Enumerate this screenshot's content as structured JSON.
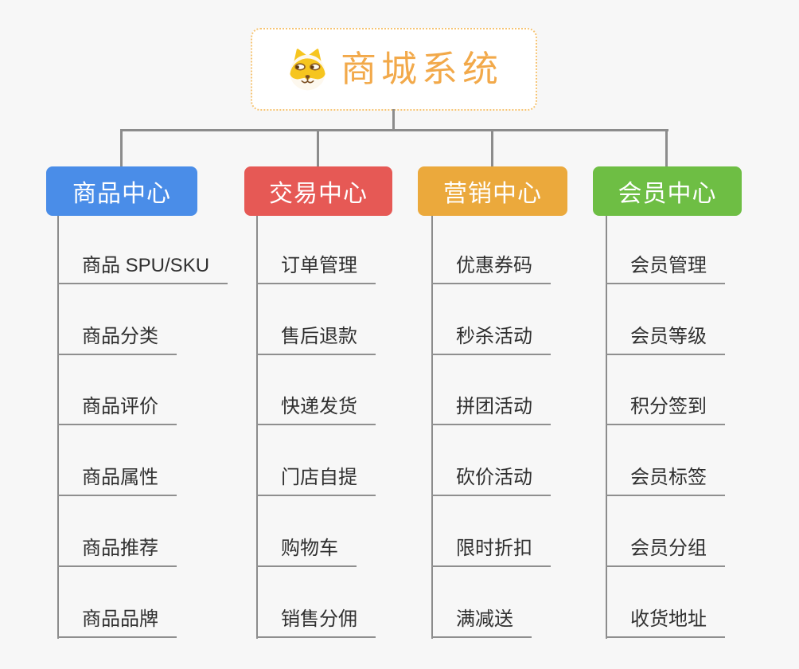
{
  "canvas": {
    "background_color": "#f7f7f7",
    "connector_color": "#8c8c8c"
  },
  "root": {
    "title": "商城系统",
    "icon": "dog-face-icon",
    "text_color": "#f2a94a",
    "border_color": "#f6c474",
    "background_color": "#ffffff"
  },
  "branches": [
    {
      "label": "商品中心",
      "color": "#4a8de8",
      "items": [
        "商品 SPU/SKU",
        "商品分类",
        "商品评价",
        "商品属性",
        "商品推荐",
        "商品品牌"
      ]
    },
    {
      "label": "交易中心",
      "color": "#e65955",
      "items": [
        "订单管理",
        "售后退款",
        "快递发货",
        "门店自提",
        "购物车",
        "销售分佣"
      ]
    },
    {
      "label": "营销中心",
      "color": "#eba93c",
      "items": [
        "优惠券码",
        "秒杀活动",
        "拼团活动",
        "砍价活动",
        "限时折扣",
        "满减送"
      ]
    },
    {
      "label": "会员中心",
      "color": "#6ebe44",
      "items": [
        "会员管理",
        "会员等级",
        "积分签到",
        "会员标签",
        "会员分组",
        "收货地址"
      ]
    }
  ]
}
